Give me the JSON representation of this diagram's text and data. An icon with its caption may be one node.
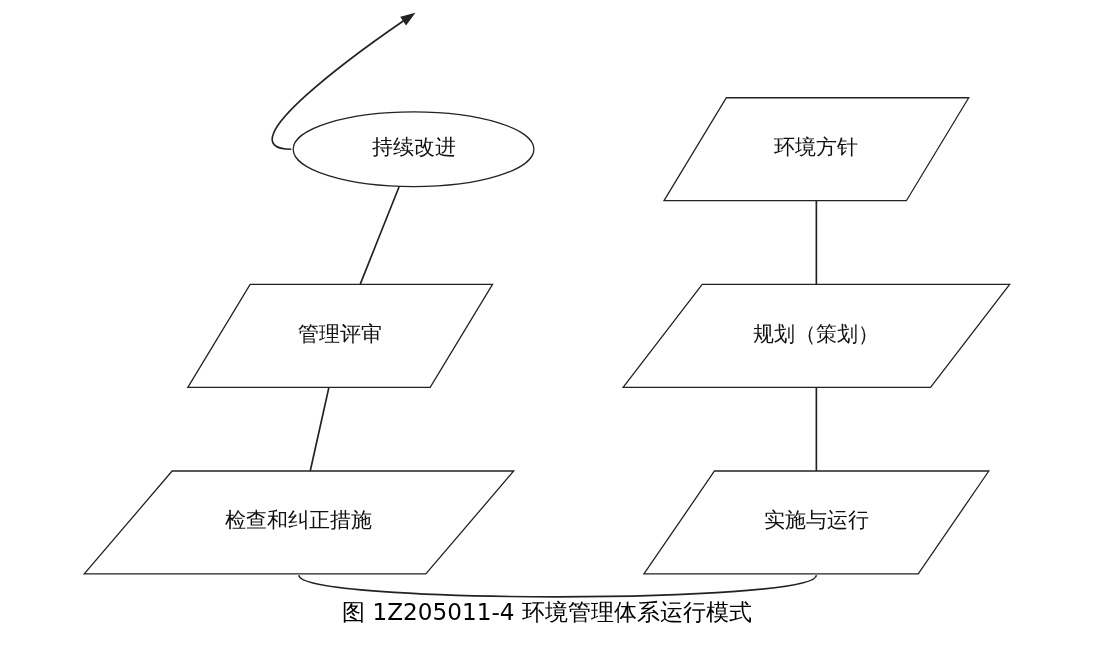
{
  "diagram": {
    "caption": "图 1Z205011-4 环境管理体系运行模式",
    "nodes": [
      {
        "text": [
          "持续改进"
        ]
      },
      {
        "text": [
          "环境方针"
        ]
      },
      {
        "text": [
          "管理评审"
        ]
      },
      {
        "text": [
          "规划（策划）"
        ]
      },
      {
        "text": [
          "检查和纠正措施"
        ]
      },
      {
        "text": [
          "实施与运行"
        ]
      }
    ],
    "edges": [
      {
        "from": 1,
        "to": 3,
        "arrow": "none"
      },
      {
        "from": 3,
        "to": 5,
        "arrow": "none"
      },
      {
        "from": 5,
        "to": 4,
        "arrow": "none"
      },
      {
        "from": 4,
        "to": 2,
        "arrow": "none"
      },
      {
        "from": 2,
        "to": 0,
        "arrow": "none"
      },
      {
        "from": 0,
        "to": null,
        "arrow": "to"
      }
    ]
  }
}
